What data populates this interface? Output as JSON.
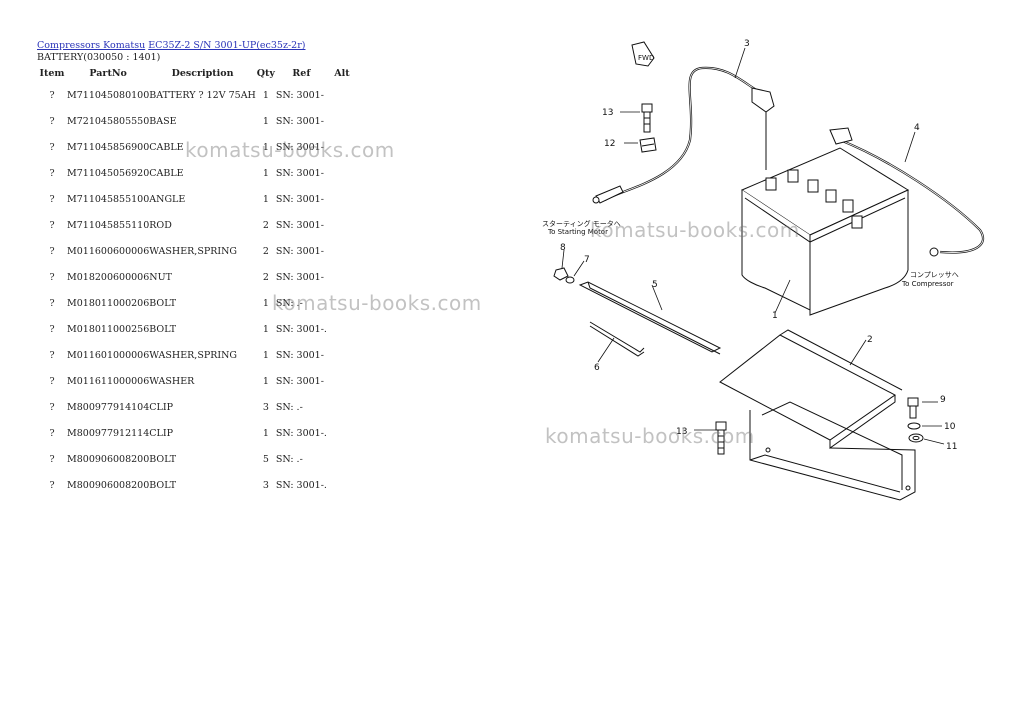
{
  "breadcrumb": {
    "link1": "Compressors Komatsu",
    "link2": "EC35Z-2 S/N 3001-UP(ec35z-2r)"
  },
  "section_title": "BATTERY(030050 : 1401)",
  "table": {
    "headers": {
      "item": "Item",
      "partno": "PartNo",
      "description": "Description",
      "qty": "Qty",
      "ref": "Ref",
      "alt": "Alt"
    },
    "rows": [
      {
        "item": "?",
        "partno": "M711045080100",
        "description": "BATTERY ? 12V 75AH",
        "qty": "1",
        "ref": "SN: 3001-"
      },
      {
        "item": "?",
        "partno": "M721045805550",
        "description": "BASE",
        "qty": "1",
        "ref": "SN: 3001-"
      },
      {
        "item": "?",
        "partno": "M711045856900",
        "description": "CABLE",
        "qty": "1",
        "ref": "SN: 3001-"
      },
      {
        "item": "?",
        "partno": "M711045056920",
        "description": "CABLE",
        "qty": "1",
        "ref": "SN: 3001-"
      },
      {
        "item": "?",
        "partno": "M711045855100",
        "description": "ANGLE",
        "qty": "1",
        "ref": "SN: 3001-"
      },
      {
        "item": "?",
        "partno": "M711045855110",
        "description": "ROD",
        "qty": "2",
        "ref": "SN: 3001-"
      },
      {
        "item": "?",
        "partno": "M011600600006",
        "description": "WASHER,SPRING",
        "qty": "2",
        "ref": "SN: 3001-"
      },
      {
        "item": "?",
        "partno": "M018200600006",
        "description": "NUT",
        "qty": "2",
        "ref": "SN: 3001-"
      },
      {
        "item": "?",
        "partno": "M018011000206",
        "description": "BOLT",
        "qty": "1",
        "ref": "SN: .-"
      },
      {
        "item": "?",
        "partno": "M018011000256",
        "description": "BOLT",
        "qty": "1",
        "ref": "SN: 3001-."
      },
      {
        "item": "?",
        "partno": "M011601000006",
        "description": "WASHER,SPRING",
        "qty": "1",
        "ref": "SN: 3001-"
      },
      {
        "item": "?",
        "partno": "M011611000006",
        "description": "WASHER",
        "qty": "1",
        "ref": "SN: 3001-"
      },
      {
        "item": "?",
        "partno": "M800977914104",
        "description": "CLIP",
        "qty": "3",
        "ref": "SN: .-"
      },
      {
        "item": "?",
        "partno": "M800977912114",
        "description": "CLIP",
        "qty": "1",
        "ref": "SN: 3001-."
      },
      {
        "item": "?",
        "partno": "M800906008200",
        "description": "BOLT",
        "qty": "5",
        "ref": "SN: .-"
      },
      {
        "item": "?",
        "partno": "M800906008200",
        "description": "BOLT",
        "qty": "3",
        "ref": "SN: 3001-."
      }
    ]
  },
  "watermark": "komatsu-books.com",
  "diagram": {
    "callouts": [
      "1",
      "2",
      "3",
      "4",
      "5",
      "6",
      "7",
      "8",
      "9",
      "10",
      "11",
      "12",
      "13",
      "13"
    ],
    "arrow_label": "FWD",
    "caption_starting_jp": "スターティング モータへ",
    "caption_starting": "To Starting Motor",
    "caption_compressor_jp": "コンプレッサへ",
    "caption_compressor": "To Compressor"
  }
}
